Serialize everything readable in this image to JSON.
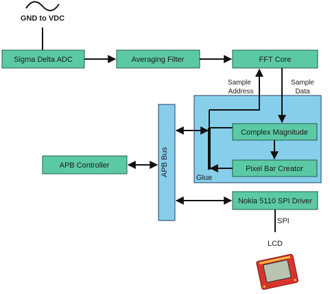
{
  "input_signal": "GND to VDC",
  "blocks": {
    "adc": "Sigma Delta ADC",
    "averaging": "Averaging Filter",
    "fft": "FFT Core",
    "magnitude": "Complex Magnitude",
    "pixel_bar": "Pixel Bar Creator",
    "apb_controller": "APB Controller",
    "apb_bus": "APB Bus",
    "nokia_driver": "Nokia 5110 SPI Driver"
  },
  "labels": {
    "sample_address_1": "Sample",
    "sample_address_2": "Address",
    "sample_data_1": "Sample",
    "sample_data_2": "Data",
    "glue": "Glue",
    "spi": "SPI",
    "lcd": "LCD"
  },
  "colors": {
    "block_fill": "#5cc9a6",
    "region_fill": "#87ceeb",
    "bus_fill": "#87ceeb"
  }
}
